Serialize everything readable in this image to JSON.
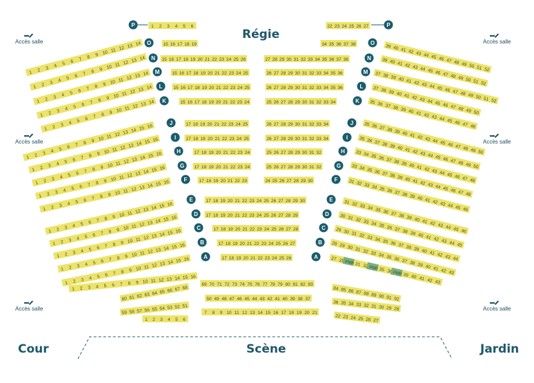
{
  "labels": {
    "regie": "Régie",
    "scene": "Scène",
    "cour": "Cour",
    "jardin": "Jardin",
    "access": "Accès salle",
    "pmr": "PMR"
  },
  "colors": {
    "seat": "#ece46a",
    "seat_text": "#4a4a2a",
    "row_badge": "#1a5c6b",
    "pmr": "#7bb07a",
    "stage_line": "#2a5e6e"
  },
  "rows": {
    "P": {
      "left": [
        1,
        2,
        3,
        4,
        5,
        6
      ],
      "right": [
        22,
        23,
        24,
        25,
        26,
        27
      ]
    },
    "O": {
      "left": [
        1,
        2,
        3,
        4,
        5,
        6,
        7,
        8,
        9,
        10,
        11,
        12,
        13,
        14
      ],
      "center": [
        15,
        16,
        17,
        18,
        19
      ],
      "center_right": [
        34,
        35,
        36,
        37,
        38
      ],
      "right": [
        39,
        40,
        41,
        42,
        43,
        44,
        45,
        46,
        47,
        48,
        49,
        50,
        51,
        52
      ]
    },
    "N": {
      "left": [
        1,
        2,
        3,
        4,
        5,
        6,
        7,
        8,
        9,
        10,
        11,
        12,
        13,
        14
      ],
      "center": [
        15,
        16,
        17,
        18,
        19,
        20,
        21,
        22,
        23,
        24,
        25,
        26
      ],
      "center_right": [
        27,
        28,
        29,
        30,
        31,
        32,
        33,
        34,
        35,
        36,
        37,
        38
      ],
      "right": [
        39,
        40,
        41,
        42,
        43,
        44,
        45,
        46,
        47,
        48,
        49,
        50,
        51,
        52
      ]
    },
    "M": {
      "left": [
        1,
        2,
        3,
        4,
        5,
        6,
        7,
        8,
        9,
        10,
        11,
        12,
        13,
        14
      ],
      "center": [
        15,
        16,
        17,
        18,
        19,
        20,
        21,
        22,
        23,
        24,
        25
      ],
      "center_right": [
        26,
        27,
        28,
        29,
        30,
        31,
        32,
        33,
        34,
        35,
        36
      ],
      "right": [
        37,
        38,
        39,
        40,
        41,
        42,
        43,
        44,
        45,
        46,
        47,
        48,
        49,
        50,
        51,
        52
      ]
    },
    "L": {
      "left": [
        1,
        2,
        3,
        4,
        5,
        6,
        7,
        8,
        9,
        10,
        11,
        12,
        13,
        14
      ],
      "center": [
        15,
        16,
        17,
        18,
        19,
        20,
        21,
        22,
        23,
        24,
        25
      ],
      "center_right": [
        26,
        27,
        28,
        29,
        30,
        31,
        32,
        33,
        34,
        35,
        36
      ],
      "right": [
        37,
        38,
        39,
        40,
        41,
        42,
        43,
        44,
        45,
        46,
        47,
        48,
        49,
        50
      ]
    },
    "K": {
      "left": [
        1,
        2,
        3,
        4,
        5,
        6,
        7,
        8,
        9,
        10,
        11,
        12,
        13,
        14
      ],
      "center": [
        15,
        16,
        17,
        18,
        19,
        20,
        21,
        22,
        23,
        24
      ],
      "center_right": [
        25,
        26,
        27,
        28,
        29,
        30,
        31,
        32,
        33,
        34
      ],
      "right": [
        35,
        36,
        37,
        38,
        39,
        40,
        41,
        42,
        43,
        44,
        45,
        46,
        47,
        48
      ]
    },
    "J": {
      "left": [
        1,
        2,
        3,
        4,
        5,
        6,
        7,
        8,
        9,
        10,
        11,
        12,
        13,
        14,
        15,
        16
      ],
      "center": [
        17,
        18,
        19,
        20,
        21,
        22,
        23,
        24,
        25
      ],
      "center_right": [
        26,
        27,
        28,
        29,
        30,
        31,
        32,
        33,
        34
      ],
      "right": [
        35,
        36,
        37,
        38,
        39,
        40,
        41,
        42,
        43,
        44,
        45,
        46,
        47,
        48,
        49,
        50
      ]
    },
    "I": {
      "left": [
        1,
        2,
        3,
        4,
        5,
        6,
        7,
        8,
        9,
        10,
        11,
        12,
        13,
        14,
        15,
        16
      ],
      "center": [
        17,
        18,
        19,
        20,
        21,
        22,
        23,
        24,
        25
      ],
      "center_right": [
        26,
        27,
        28,
        29,
        30,
        31,
        32,
        33,
        34
      ],
      "right": [
        35,
        36,
        37,
        38,
        39,
        40,
        41,
        42,
        43,
        44,
        45,
        46,
        47,
        48,
        49,
        50
      ]
    },
    "H": {
      "left": [
        1,
        2,
        3,
        4,
        5,
        6,
        7,
        8,
        9,
        10,
        11,
        12,
        13,
        14,
        15,
        16
      ],
      "center": [
        17,
        18,
        19,
        20,
        21,
        22,
        23,
        24
      ],
      "center_right": [
        25,
        26,
        27,
        28,
        29,
        30,
        31,
        32
      ],
      "right": [
        33,
        34,
        35,
        36,
        37,
        38,
        39,
        40,
        41,
        42,
        43,
        44,
        45,
        46,
        47,
        48
      ]
    },
    "G": {
      "left": [
        1,
        2,
        3,
        4,
        5,
        6,
        7,
        8,
        9,
        10,
        11,
        12,
        13,
        14,
        15,
        16
      ],
      "center": [
        17,
        18,
        19,
        20,
        21,
        22,
        23,
        24
      ],
      "center_right": [
        25,
        26,
        27,
        28,
        29,
        30,
        31,
        32
      ],
      "right": [
        33,
        34,
        35,
        36,
        37,
        38,
        39,
        40,
        41,
        42,
        43,
        44,
        45,
        46,
        47,
        48
      ]
    },
    "F": {
      "left": [
        1,
        2,
        3,
        4,
        5,
        6,
        7,
        8,
        9,
        10,
        11,
        12,
        13,
        14,
        15,
        16
      ],
      "center": [
        17,
        18,
        19,
        20,
        21,
        22,
        23
      ],
      "center_right": [
        24,
        25,
        26,
        27,
        28,
        29,
        30
      ],
      "right": [
        31,
        32,
        33,
        34,
        35,
        36,
        37,
        38,
        39,
        40,
        41,
        42,
        43,
        44,
        45,
        46
      ]
    },
    "E": {
      "left": [
        1,
        2,
        3,
        4,
        5,
        6,
        7,
        8,
        9,
        10,
        11,
        12,
        13,
        14,
        15,
        16
      ],
      "center": [
        17,
        18,
        19,
        20,
        21,
        22,
        23,
        24,
        25,
        26,
        27,
        28,
        29,
        30
      ],
      "right": [
        31,
        32,
        33,
        34,
        35,
        36,
        37,
        38,
        39,
        40,
        41,
        42,
        43,
        44,
        45,
        46
      ]
    },
    "D": {
      "left": [
        1,
        2,
        3,
        4,
        5,
        6,
        7,
        8,
        9,
        10,
        11,
        12,
        13,
        14,
        15,
        16
      ],
      "center": [
        17,
        18,
        19,
        20,
        21,
        22,
        23,
        24,
        25,
        26,
        27,
        28,
        29
      ],
      "right": [
        30,
        31,
        32,
        33,
        34,
        35,
        36,
        37,
        38,
        39,
        40,
        41,
        42,
        43,
        44,
        45
      ]
    },
    "C": {
      "left": [
        1,
        2,
        3,
        4,
        5,
        6,
        7,
        8,
        9,
        10,
        11,
        12,
        13,
        14,
        15,
        16
      ],
      "center": [
        17,
        18,
        19,
        20,
        21,
        22,
        23,
        24,
        25,
        26,
        27,
        28
      ],
      "right": [
        29,
        30,
        31,
        32,
        33,
        34,
        35,
        36,
        37,
        38,
        39,
        40,
        41,
        42,
        43,
        44
      ]
    },
    "B": {
      "left": [
        1,
        2,
        3,
        4,
        5,
        6,
        7,
        8,
        9,
        10,
        11,
        12,
        13,
        14,
        15,
        16
      ],
      "center": [
        17,
        18,
        19,
        20,
        21,
        22,
        23,
        24,
        25,
        26,
        27
      ],
      "right": [
        28,
        29,
        30,
        31,
        32,
        33,
        34,
        35,
        36,
        37,
        38,
        39,
        40,
        41,
        42,
        43
      ]
    },
    "A": {
      "left": [
        1,
        2,
        3,
        4,
        5,
        6,
        7,
        8,
        9,
        10,
        11,
        12,
        13,
        14,
        15,
        16
      ],
      "center": [
        17,
        18,
        19,
        20,
        21,
        22,
        23,
        24,
        25,
        26
      ],
      "right": [
        "27",
        "28",
        "PMR",
        "31",
        "32",
        "PMR",
        "35",
        "36",
        "PMR",
        "39",
        "40",
        "41",
        "42",
        "43"
      ]
    },
    "row_last_left": [
      1,
      2,
      3,
      4,
      5,
      6,
      7,
      8,
      9,
      10,
      11,
      12,
      13,
      14,
      15,
      16
    ]
  },
  "blocks": {
    "center_front_1": [
      69,
      70,
      71,
      72,
      73,
      74,
      75,
      76,
      77,
      78,
      79,
      80,
      81,
      82,
      83
    ],
    "center_front_2": [
      50,
      49,
      48,
      47,
      46,
      45,
      44,
      43,
      42,
      41,
      40,
      39,
      38,
      37
    ],
    "center_front_3": [
      7,
      8,
      9,
      10,
      11,
      12,
      13,
      14,
      15,
      16,
      17,
      18,
      19,
      20,
      21
    ],
    "left_front_1": [
      60,
      61,
      62,
      63,
      64,
      65,
      66,
      67,
      68
    ],
    "left_front_2": [
      59,
      58,
      57,
      56,
      55,
      54,
      53,
      52,
      51
    ],
    "left_front_3": [
      1,
      2,
      3,
      4,
      5,
      6
    ],
    "right_front_1": [
      84,
      85,
      86,
      87,
      88,
      89,
      90,
      91,
      92
    ],
    "right_front_2": [
      36,
      35,
      34,
      33,
      32,
      31,
      30,
      29,
      28
    ],
    "right_front_3": [
      22,
      23,
      24,
      25,
      26,
      27
    ]
  }
}
